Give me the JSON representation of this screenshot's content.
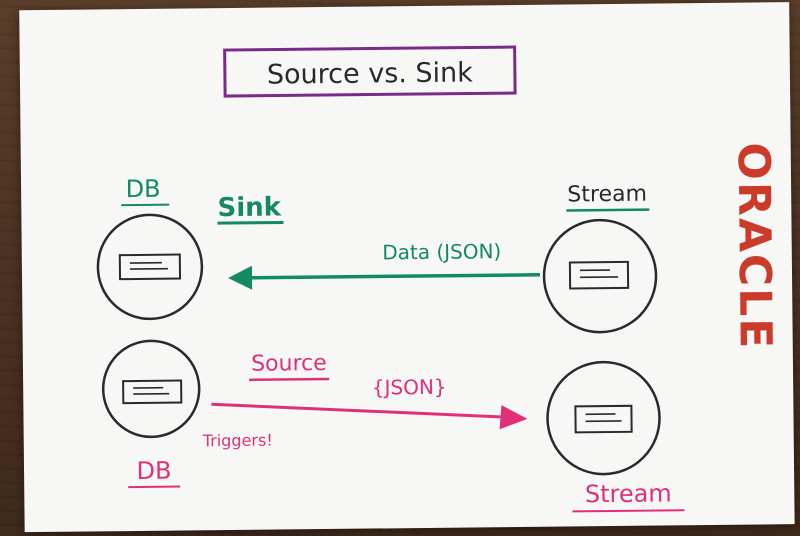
{
  "whiteboard": {
    "title": "Source vs. Sink",
    "brand": "ORACLE",
    "sink_flow": {
      "source_label": "Stream",
      "target_label": "DB",
      "action_label": "Sink",
      "payload_label": "Data (JSON)"
    },
    "source_flow": {
      "source_label": "DB",
      "target_label": "Stream",
      "action_label": "Source",
      "payload_label": "{JSON}",
      "trigger_label": "Triggers!"
    },
    "colors": {
      "title_marker": "#7a2a8a",
      "sink_marker": "#138a63",
      "source_marker": "#e0307a",
      "outline_marker": "#2a2a2a",
      "brand": "#cc3b2a"
    }
  }
}
